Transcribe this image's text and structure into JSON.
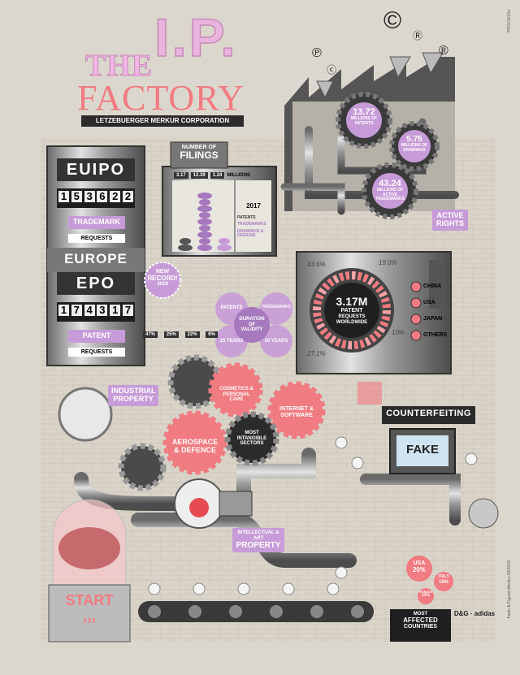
{
  "side_note": "POSCO/14a",
  "title": {
    "the": "THE",
    "ip": "I.P.",
    "factory": "FACTORY",
    "subtitle": "LETZEBUERGER MERKUR CORPORATION"
  },
  "colors": {
    "pink": "#f07b80",
    "purple": "#c79bd8",
    "dark": "#2b2b2b",
    "metal": "#9b9b9b",
    "bg": "#d9d4cb"
  },
  "factory_stats": [
    {
      "value": "13.72",
      "unit": "MILLIONS OF PATENTS"
    },
    {
      "value": "5.75",
      "unit": "MILLIONS OF DRAWINGS"
    },
    {
      "value": "43.24",
      "unit": "MILLIONS OF ACTIVE TRADEMARKS"
    }
  ],
  "active_rights": "ACTIVE RIGHTS",
  "symbols": [
    "©",
    "℗",
    "®",
    "Ⓡ",
    "ⓒ"
  ],
  "euipo": {
    "name": "EUIPO",
    "counter": [
      "1",
      "5",
      "3",
      "6",
      "2",
      "2"
    ],
    "type": "TRADEMARK",
    "requests": "REQUESTS"
  },
  "europe": "EUROPE",
  "epo": {
    "name": "EPO",
    "counter": [
      "1",
      "7",
      "4",
      "3",
      "1",
      "7"
    ],
    "type": "PATENT",
    "requests": "REQUESTS"
  },
  "new_record": {
    "line1": "NEW",
    "line2": "RECORD!",
    "year": "2018"
  },
  "filings": {
    "title_line1": "NUMBER OF",
    "title_line2": "FILINGS",
    "values": [
      "3.17",
      "12.39",
      "1.24"
    ],
    "unit": "MILLIONS",
    "year": "2017",
    "legend": [
      "PATENTS",
      "TRADEMARKS",
      "DRAWINGS & DESIGNS"
    ]
  },
  "epo_shares": [
    "47%",
    "25%",
    "22%",
    "6%"
  ],
  "validity": {
    "center": "DURATION OF VALIDITY",
    "items": [
      "PATENTS",
      "TRADEMARKS",
      "25 YEARS",
      "10 YEARS"
    ]
  },
  "worldwide": {
    "value": "3.17M",
    "line1": "PATENT",
    "line2": "REQUESTS",
    "line3": "WORLDWIDE",
    "pcts": [
      "43.6%",
      "19.0%",
      "10%",
      "27.1%"
    ],
    "countries": [
      "CHINA",
      "USA",
      "JAPAN",
      "OTHERS"
    ]
  },
  "sectors": {
    "industrial": "INDUSTRIAL PROPERTY",
    "cosmetics": "COSMETICS & PERSONAL CARE",
    "internet": "INTERNET & SOFTWARE",
    "aerospace": "AEROSPACE & DEFENCE",
    "most": "MOST INTANGIBLE SECTORS"
  },
  "counterfeiting": "COUNTERFEITING",
  "fake": "FAKE",
  "art_property": {
    "line1": "INTELLECTUAL & ART",
    "line2": "PROPERTY"
  },
  "affected": {
    "usa": "USA",
    "usa_pct": "20%",
    "italy": "ITALY",
    "italy_pct": "15%",
    "france": "FRANCE",
    "france_pct": "11%",
    "line1": "MOST",
    "line2": "AFFECTED",
    "line3": "COUNTRIES",
    "brands": "D&G · adidas"
  },
  "start": "START",
  "credit": "Facts & Figures Merkur 03/2019"
}
